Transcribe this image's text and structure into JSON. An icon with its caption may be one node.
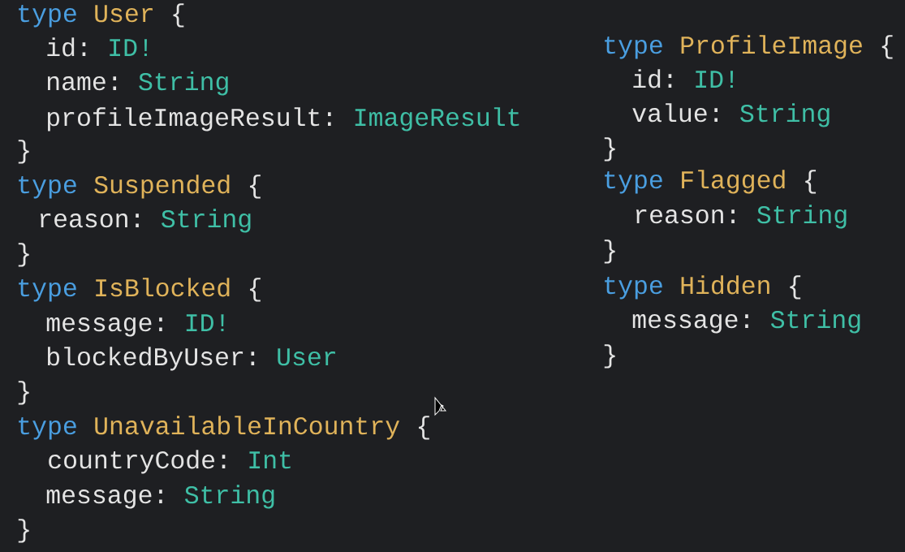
{
  "diagram": {
    "labels": [
      "type",
      "User",
      "{",
      "id:",
      "ID!",
      "name:",
      "String",
      "profileImageResult:",
      "ImageResult",
      "}",
      "type",
      "Suspended",
      "{",
      "reason:",
      "String",
      "}",
      "type",
      "IsBlocked",
      "{",
      "message:",
      "ID!",
      "blockedByUser:",
      "User",
      "}",
      "type",
      "UnavailableInCountry",
      "{",
      "countryCode:",
      "Int",
      "message:",
      "String",
      "}",
      "type",
      "ProfileImage",
      "{",
      "id:",
      "ID!",
      "value:",
      "String",
      "}",
      "type",
      "Flagged",
      "{",
      "reason:",
      "String",
      "}",
      "type",
      "Hidden",
      "{",
      "message:",
      "String",
      "}"
    ]
  }
}
